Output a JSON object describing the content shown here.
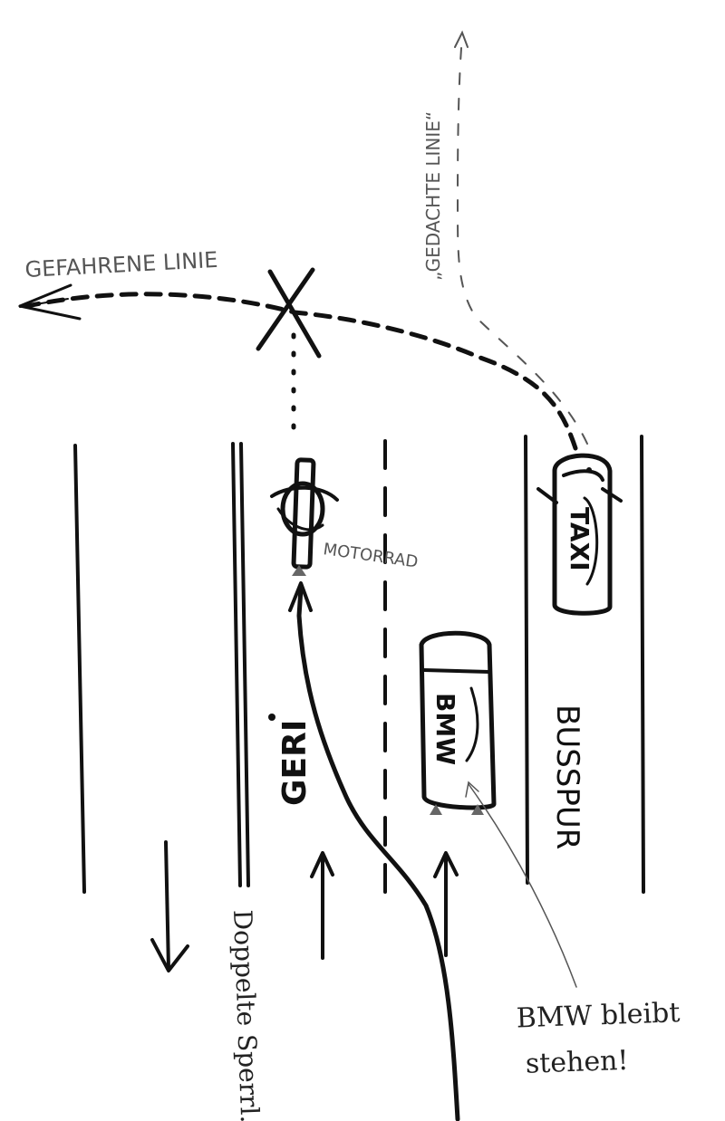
{
  "labels": {
    "gefahrene_linie": "GEFAHRENE LINIE",
    "gedachte_linie": "„GEDACHTE LINIE“",
    "motorrad": "MOTORRAD",
    "taxi": "TAXI",
    "bmw": "BMW",
    "geri": "GERI",
    "busspur": "BUSSPUR",
    "doppelte_sperrlinie": "Doppelte Sperrl.",
    "bmw_note_line1": "BMW bleibt",
    "bmw_note_line2": "stehen!"
  }
}
